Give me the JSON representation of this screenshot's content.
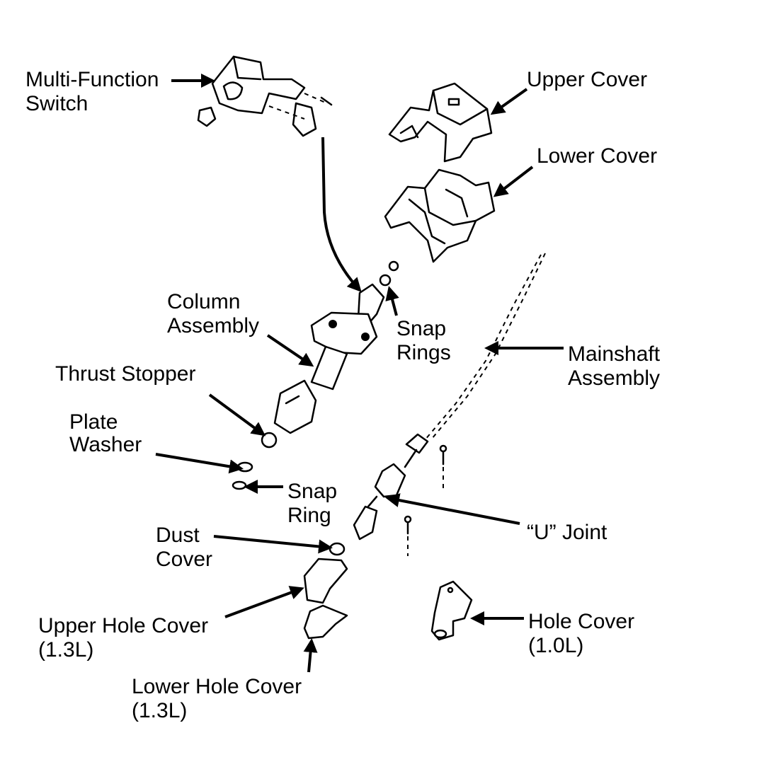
{
  "labels": {
    "multi_function_switch": [
      "Multi-Function",
      "Switch"
    ],
    "upper_cover": "Upper Cover",
    "lower_cover": "Lower Cover",
    "column_assembly": [
      "Column",
      "Assembly"
    ],
    "snap_rings": [
      "Snap",
      "Rings"
    ],
    "thrust_stopper": "Thrust Stopper",
    "mainshaft_assembly": [
      "Mainshaft",
      "Assembly"
    ],
    "plate_washer": [
      "Plate",
      "Washer"
    ],
    "snap_ring": [
      "Snap",
      "Ring"
    ],
    "u_joint": "“U” Joint",
    "dust_cover": [
      "Dust",
      "Cover"
    ],
    "upper_hole_cover": [
      "Upper Hole Cover",
      "(1.3L)"
    ],
    "hole_cover": [
      "Hole Cover",
      "(1.0L)"
    ],
    "lower_hole_cover": [
      "Lower Hole Cover",
      "(1.3L)"
    ]
  }
}
